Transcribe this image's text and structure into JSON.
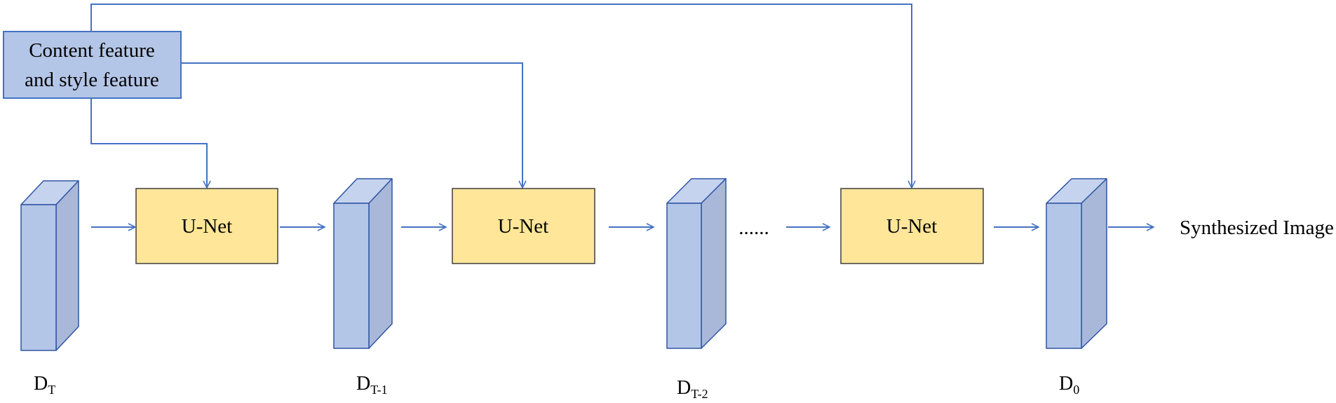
{
  "colors": {
    "line": "#4472c4",
    "feature_fill": "#b4c6e7",
    "feature_stroke": "#4472c4",
    "unet_fill": "#ffe699",
    "unet_stroke": "#3f3f3f",
    "block_front": "#b4c6e7",
    "block_side": "#a9b8d8",
    "block_top": "#c5d3ee",
    "block_stroke": "#2f55a4"
  },
  "feature_box": {
    "line1": "Content feature",
    "line2": "and style feature"
  },
  "unets": [
    {
      "label": "U-Net"
    },
    {
      "label": "U-Net"
    },
    {
      "label": "U-Net"
    }
  ],
  "blocks": [
    {
      "base": "D",
      "sub": "T"
    },
    {
      "base": "D",
      "sub": "T-1"
    },
    {
      "base": "D",
      "sub": "T-2"
    },
    {
      "base": "D",
      "sub": "0"
    }
  ],
  "ellipsis": "......",
  "output_label": "Synthesized Image"
}
